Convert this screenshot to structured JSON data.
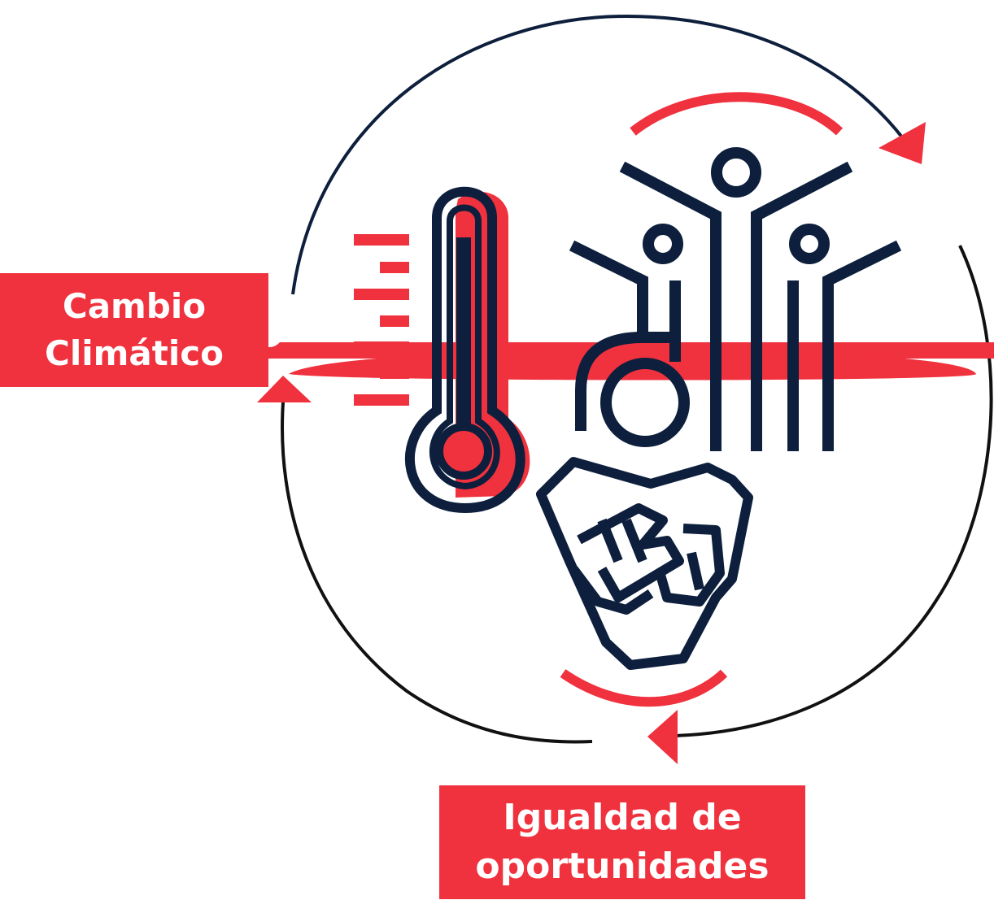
{
  "labels": {
    "climate": {
      "line1": "Cambio",
      "line2": "Climático"
    },
    "equality": {
      "line1": "Igualdad de",
      "line2": "oportunidades"
    }
  },
  "icons": [
    "thermometer-icon",
    "people-community-icon",
    "wheelchair-user-icon",
    "joined-hands-heart-icon"
  ],
  "colors": {
    "accent": "#f0313e",
    "navy": "#0d1f3c",
    "black": "#111111",
    "background": "#ffffff"
  }
}
